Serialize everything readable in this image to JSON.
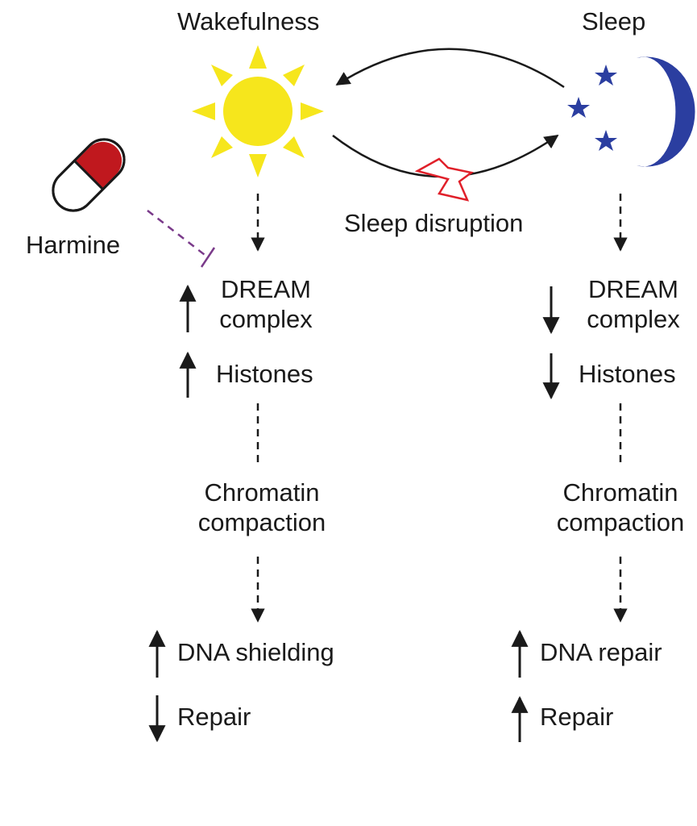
{
  "wake": {
    "title": "Wakefulness",
    "dream_line1": "DREAM",
    "dream_line2": "complex",
    "histones": "Histones",
    "chromatin_line1": "Chromatin",
    "chromatin_line2": "compaction",
    "outcome1": "DNA shielding",
    "outcome2": "Repair",
    "dream_trend": "up",
    "histones_trend": "up",
    "outcome1_trend": "up",
    "outcome2_trend": "down"
  },
  "sleep": {
    "title": "Sleep",
    "dream_line1": "DREAM",
    "dream_line2": "complex",
    "histones": "Histones",
    "chromatin_line1": "Chromatin",
    "chromatin_line2": "compaction",
    "outcome1": "DNA repair",
    "outcome2": "Repair",
    "dream_trend": "down",
    "histones_trend": "down",
    "outcome1_trend": "up",
    "outcome2_trend": "up"
  },
  "drug": {
    "name": "Harmine",
    "effect": "inhibits"
  },
  "disruption": {
    "label": "Sleep disruption"
  },
  "colors": {
    "sun": "#f6e61c",
    "moon": "#2b3ea0",
    "stars": "#2b3ea0",
    "pill_red": "#c0181e",
    "lightning": "#e0202a",
    "inhibition": "#7a3a8a",
    "text": "#1a1a1a"
  },
  "icons": [
    "sun-icon",
    "moon-icon",
    "star-icon",
    "pill-icon",
    "lightning-icon"
  ]
}
